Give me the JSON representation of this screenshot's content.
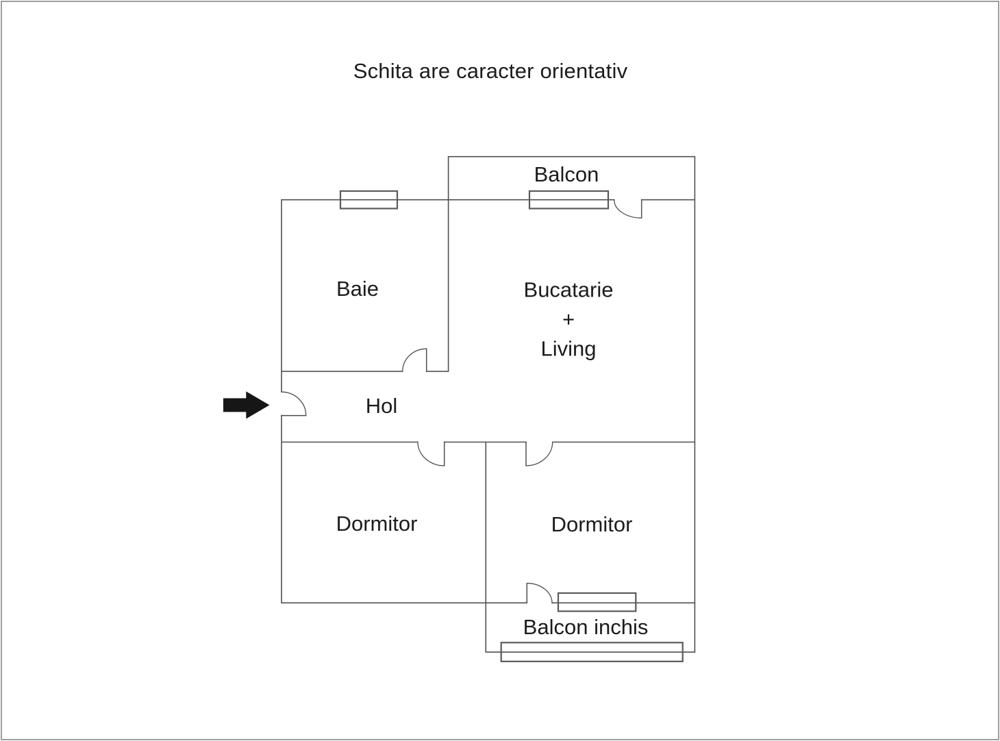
{
  "page": {
    "title": "Schita are caracter orientativ"
  },
  "rooms": {
    "balcon": {
      "label": "Balcon"
    },
    "baie": {
      "label": "Baie"
    },
    "bucatarie_living": {
      "line1": "Bucatarie",
      "line2": "+",
      "line3": "Living"
    },
    "hol": {
      "label": "Hol"
    },
    "dormitor_left": {
      "label": "Dormitor"
    },
    "dormitor_right": {
      "label": "Dormitor"
    },
    "balcon_inchis": {
      "label": "Balcon inchis"
    }
  },
  "icons": {
    "entrance_arrow": "right-arrow"
  },
  "colors": {
    "wall": "#4f4f4f",
    "window": "#5a5a5a",
    "text": "#1c1c1c",
    "arrow": "#161616",
    "page_border": "#9d9d9d",
    "background": "#ffffff"
  }
}
